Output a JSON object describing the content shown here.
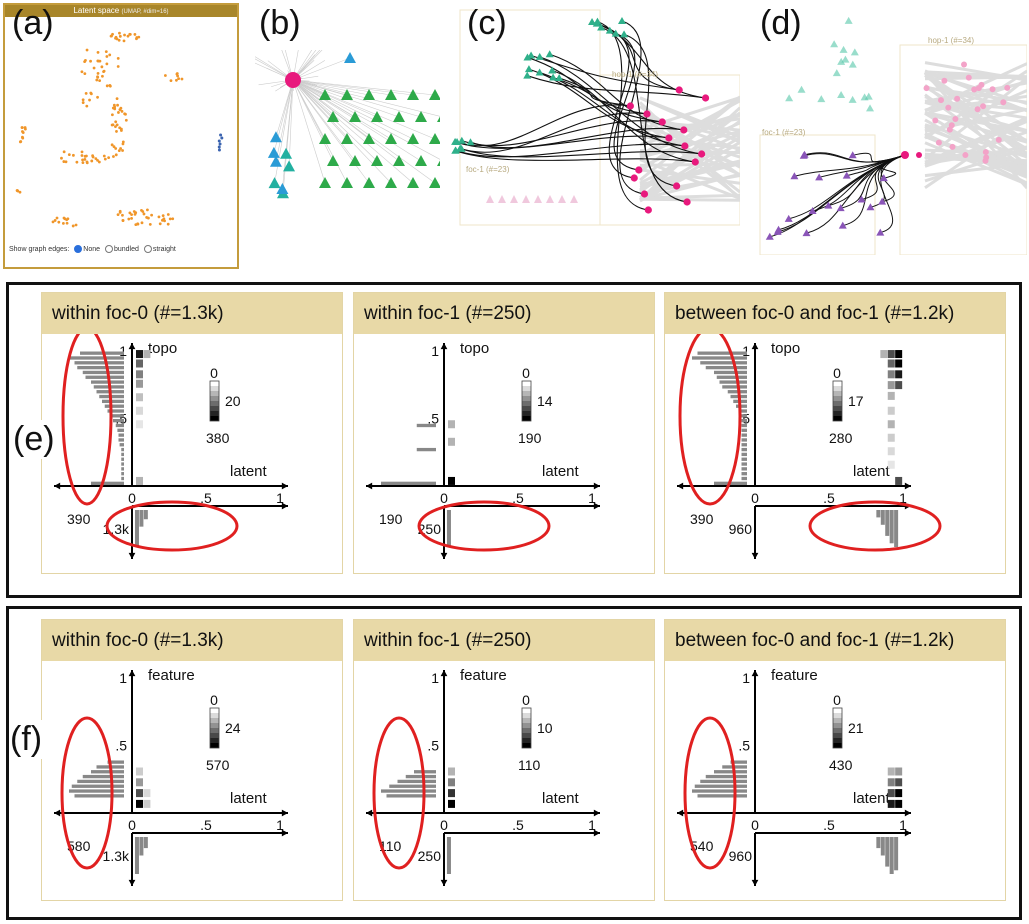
{
  "panel_labels": {
    "a": "(a)",
    "b": "(b)",
    "c": "(c)",
    "d": "(d)",
    "e": "(e)",
    "f": "(f)"
  },
  "latent_space": {
    "title": "Latent space",
    "subtitle": "(UMAP, #dim=16)",
    "edges_label": "Show graph edges:",
    "options": [
      "None",
      "bundled",
      "straight"
    ],
    "selected": "None"
  },
  "view_c": {
    "hop_label": "hop-1 (#=34)",
    "foc_label": "foc-1 (#=23)"
  },
  "view_d": {
    "hop_label": "hop-1 (#=34)",
    "foc_label": "foc-1 (#=23)"
  },
  "colors": {
    "accent_pink": "#e8197d",
    "orange": "#f0962a",
    "green": "#2eaa4a",
    "blue": "#2a9bd6",
    "teal": "#55c7a8",
    "purple": "#8a55b8",
    "header": "#e8d9a7",
    "highlight": "#e02020"
  },
  "panel_e": {
    "cards": [
      {
        "title": "within foc-0 (#=1.3k)",
        "y_axis": "topo",
        "x_axis": "latent",
        "legend": {
          "min": "0",
          "mid": "20",
          "max": "380"
        },
        "left_count": "390",
        "bottom_count": "1.3k",
        "yticks": [
          "1",
          ".5"
        ],
        "xticks": [
          "0",
          ".5",
          "1"
        ],
        "left_hist": [
          0.8,
          1.0,
          0.9,
          0.85,
          0.75,
          0.7,
          0.6,
          0.55,
          0.5,
          0.45,
          0.4,
          0.35,
          0.3,
          0.25,
          0.2,
          0.15,
          0.12,
          0.1,
          0.1,
          0.08,
          0.05,
          0.05,
          0.05,
          0.05,
          0.05,
          0.05,
          0.05,
          0.6
        ],
        "bottom_hist": [
          {
            "pos": 0.02,
            "h": 1.0
          },
          {
            "pos": 0.05,
            "h": 0.45
          },
          {
            "pos": 0.08,
            "h": 0.25
          }
        ],
        "heat": [
          {
            "x": 0.0,
            "y": 0.97,
            "s": 0.9
          },
          {
            "x": 0.0,
            "y": 0.9,
            "s": 0.6
          },
          {
            "x": 0.0,
            "y": 0.82,
            "s": 0.5
          },
          {
            "x": 0.0,
            "y": 0.75,
            "s": 0.4
          },
          {
            "x": 0.0,
            "y": 0.65,
            "s": 0.25
          },
          {
            "x": 0.0,
            "y": 0.55,
            "s": 0.15
          },
          {
            "x": 0.0,
            "y": 0.45,
            "s": 0.1
          },
          {
            "x": 0.0,
            "y": 0.03,
            "s": 0.3
          },
          {
            "x": 0.05,
            "y": 0.97,
            "s": 0.3
          }
        ]
      },
      {
        "title": "within foc-1 (#=250)",
        "y_axis": "topo",
        "x_axis": "latent",
        "legend": {
          "min": "0",
          "mid": "14",
          "max": "190"
        },
        "left_count": "190",
        "bottom_count": "250",
        "yticks": [
          "1",
          ".5"
        ],
        "xticks": [
          "0",
          ".5",
          "1"
        ],
        "left_hist": [
          0,
          0,
          0,
          0,
          0,
          0,
          0,
          0,
          0,
          0,
          0,
          0,
          0,
          0,
          0,
          0.35,
          0,
          0,
          0,
          0,
          0.35,
          0,
          0,
          0,
          0,
          0,
          0,
          1.0
        ],
        "bottom_hist": [
          {
            "pos": 0.02,
            "h": 1.0
          }
        ],
        "heat": [
          {
            "x": 0.0,
            "y": 0.45,
            "s": 0.3
          },
          {
            "x": 0.0,
            "y": 0.32,
            "s": 0.3
          },
          {
            "x": 0.0,
            "y": 0.03,
            "s": 1.0
          }
        ]
      },
      {
        "title": "between foc-0 and foc-1 (#=1.2k)",
        "y_axis": "topo",
        "x_axis": "latent",
        "legend": {
          "min": "0",
          "mid": "17",
          "max": "280"
        },
        "left_count": "390",
        "bottom_count": "960",
        "yticks": [
          "1",
          ".5"
        ],
        "xticks": [
          "0",
          ".5",
          "1"
        ],
        "left_hist": [
          0.9,
          1.0,
          0.85,
          0.75,
          0.6,
          0.55,
          0.5,
          0.45,
          0.35,
          0.3,
          0.25,
          0.2,
          0.15,
          0.15,
          0.1,
          0.1,
          0.1,
          0.1,
          0.1,
          0.1,
          0.1,
          0.1,
          0.1,
          0.1,
          0.1,
          0.1,
          0.1,
          0.6
        ],
        "bottom_hist": [
          {
            "pos": 0.82,
            "h": 0.2
          },
          {
            "pos": 0.85,
            "h": 0.4
          },
          {
            "pos": 0.88,
            "h": 0.7
          },
          {
            "pos": 0.91,
            "h": 0.9
          },
          {
            "pos": 0.94,
            "h": 1.0
          }
        ],
        "heat": [
          {
            "x": 0.82,
            "y": 0.97,
            "s": 0.3
          },
          {
            "x": 0.87,
            "y": 0.97,
            "s": 0.7
          },
          {
            "x": 0.92,
            "y": 0.97,
            "s": 1.0
          },
          {
            "x": 0.87,
            "y": 0.9,
            "s": 0.6
          },
          {
            "x": 0.92,
            "y": 0.9,
            "s": 1.0
          },
          {
            "x": 0.87,
            "y": 0.82,
            "s": 0.5
          },
          {
            "x": 0.92,
            "y": 0.82,
            "s": 0.9
          },
          {
            "x": 0.87,
            "y": 0.74,
            "s": 0.4
          },
          {
            "x": 0.92,
            "y": 0.74,
            "s": 0.7
          },
          {
            "x": 0.87,
            "y": 0.66,
            "s": 0.3
          },
          {
            "x": 0.87,
            "y": 0.55,
            "s": 0.2
          },
          {
            "x": 0.87,
            "y": 0.45,
            "s": 0.3
          },
          {
            "x": 0.87,
            "y": 0.35,
            "s": 0.2
          },
          {
            "x": 0.87,
            "y": 0.25,
            "s": 0.15
          },
          {
            "x": 0.87,
            "y": 0.15,
            "s": 0.1
          },
          {
            "x": 0.92,
            "y": 0.03,
            "s": 0.7
          }
        ]
      }
    ]
  },
  "panel_f": {
    "cards": [
      {
        "title": "within foc-0 (#=1.3k)",
        "y_axis": "feature",
        "x_axis": "latent",
        "legend": {
          "min": "0",
          "mid": "24",
          "max": "570"
        },
        "left_count": "580",
        "bottom_count": "1.3k",
        "yticks": [
          "1",
          ".5"
        ],
        "xticks": [
          "0",
          ".5",
          "1"
        ],
        "left_hist": [
          0,
          0,
          0,
          0,
          0,
          0,
          0,
          0,
          0,
          0,
          0,
          0,
          0,
          0,
          0,
          0,
          0,
          0.3,
          0.5,
          0.6,
          0.75,
          0.85,
          0.95,
          1.0,
          0.9,
          0,
          0,
          0
        ],
        "bottom_hist": [
          {
            "pos": 0.02,
            "h": 1.0
          },
          {
            "pos": 0.05,
            "h": 0.5
          },
          {
            "pos": 0.08,
            "h": 0.3
          }
        ],
        "heat": [
          {
            "x": 0.0,
            "y": 0.3,
            "s": 0.2
          },
          {
            "x": 0.0,
            "y": 0.22,
            "s": 0.4
          },
          {
            "x": 0.0,
            "y": 0.14,
            "s": 0.7
          },
          {
            "x": 0.0,
            "y": 0.06,
            "s": 1.0
          },
          {
            "x": 0.05,
            "y": 0.14,
            "s": 0.15
          },
          {
            "x": 0.05,
            "y": 0.06,
            "s": 0.2
          }
        ]
      },
      {
        "title": "within foc-1 (#=250)",
        "y_axis": "feature",
        "x_axis": "latent",
        "legend": {
          "min": "0",
          "mid": "10",
          "max": "110"
        },
        "left_count": "110",
        "bottom_count": "250",
        "yticks": [
          "1",
          ".5"
        ],
        "xticks": [
          "0",
          ".5",
          "1"
        ],
        "left_hist": [
          0,
          0,
          0,
          0,
          0,
          0,
          0,
          0,
          0,
          0,
          0,
          0,
          0,
          0,
          0,
          0,
          0,
          0,
          0,
          0.4,
          0.55,
          0.7,
          0.85,
          1.0,
          0.9,
          0,
          0,
          0
        ],
        "bottom_hist": [
          {
            "pos": 0.02,
            "h": 1.0
          }
        ],
        "heat": [
          {
            "x": 0.0,
            "y": 0.3,
            "s": 0.3
          },
          {
            "x": 0.0,
            "y": 0.22,
            "s": 0.5
          },
          {
            "x": 0.0,
            "y": 0.14,
            "s": 0.8
          },
          {
            "x": 0.0,
            "y": 0.06,
            "s": 1.0
          }
        ]
      },
      {
        "title": "between foc-0 and foc-1 (#=1.2k)",
        "y_axis": "feature",
        "x_axis": "latent",
        "legend": {
          "min": "0",
          "mid": "21",
          "max": "430"
        },
        "left_count": "540",
        "bottom_count": "960",
        "yticks": [
          "1",
          ".5"
        ],
        "xticks": [
          "0",
          ".5",
          "1"
        ],
        "left_hist": [
          0,
          0,
          0,
          0,
          0,
          0,
          0,
          0,
          0,
          0,
          0,
          0,
          0,
          0,
          0,
          0,
          0,
          0.3,
          0.45,
          0.6,
          0.75,
          0.85,
          0.95,
          1.0,
          0.9,
          0,
          0,
          0
        ],
        "bottom_hist": [
          {
            "pos": 0.82,
            "h": 0.3
          },
          {
            "pos": 0.85,
            "h": 0.5
          },
          {
            "pos": 0.88,
            "h": 0.8
          },
          {
            "pos": 0.91,
            "h": 1.0
          },
          {
            "pos": 0.94,
            "h": 0.9
          }
        ],
        "heat": [
          {
            "x": 0.87,
            "y": 0.3,
            "s": 0.3
          },
          {
            "x": 0.92,
            "y": 0.3,
            "s": 0.4
          },
          {
            "x": 0.87,
            "y": 0.22,
            "s": 0.5
          },
          {
            "x": 0.92,
            "y": 0.22,
            "s": 0.7
          },
          {
            "x": 0.87,
            "y": 0.14,
            "s": 0.7
          },
          {
            "x": 0.92,
            "y": 0.14,
            "s": 1.0
          },
          {
            "x": 0.87,
            "y": 0.06,
            "s": 0.9
          },
          {
            "x": 0.92,
            "y": 0.06,
            "s": 1.0
          }
        ]
      }
    ]
  }
}
